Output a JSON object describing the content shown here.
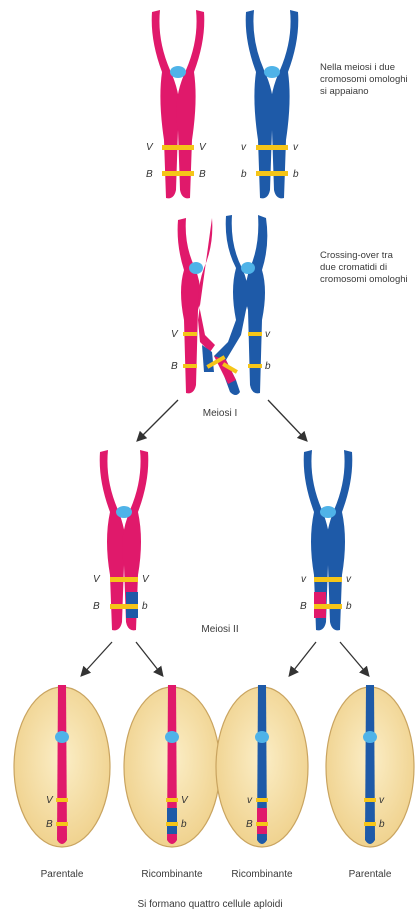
{
  "captions": {
    "pairing": "Nella meiosi i due cromosomi omologhi si appaiano",
    "crossing_over": "Crossing-over tra due cromatidi di cromosomi omologhi"
  },
  "stages": {
    "meiosis_1": "Meiosi I",
    "meiosis_2": "Meiosi II"
  },
  "cells": [
    {
      "label": "Parentale"
    },
    {
      "label": "Ricombinante"
    },
    {
      "label": "Ricombinante"
    },
    {
      "label": "Parentale"
    }
  ],
  "footer": "Si formano quattro cellule aploidi",
  "alleles": {
    "V": "V",
    "B": "B",
    "v": "v",
    "b": "b"
  },
  "colors": {
    "maternal": "#e0196b",
    "paternal": "#1e5aa8",
    "centromere": "#4fb3e8",
    "gene_band": "#f5c518",
    "cell_fill": "#f6dfa6",
    "cell_border": "#c9a460"
  }
}
